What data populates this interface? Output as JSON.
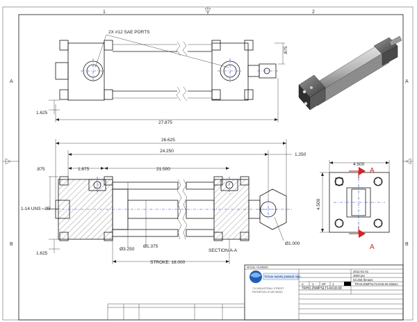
{
  "zones": {
    "col1": "1",
    "col2": "2",
    "rowA": "A",
    "rowB": "B"
  },
  "top_view": {
    "callout": "2X #12 SAE PORTS",
    "dim_875": ".875",
    "dim_1625": "1.625",
    "dim_27875": "27.875"
  },
  "section_view": {
    "dim_26625": "26.625",
    "dim_24250": "24.250",
    "dim_1250": "1.250",
    "dim_875": ".875",
    "dim_1875": "1.875",
    "dim_21500": "21.500",
    "thread": "1-14 UNS - 2B",
    "dim_1625": "1.625",
    "dia_3250": "Ø3.250",
    "dia_1375": "Ø1.375",
    "section_label": "SECTION A-A",
    "dia_1000": "Ø1.000",
    "stroke": "STROKE: 18.000"
  },
  "end_view": {
    "dim_4500_h": "4.500",
    "dim_4500_v": "4.500",
    "sec_top": "A",
    "sec_bottom": "A"
  },
  "title_block": {
    "model_number_label": "MODEL NUMBER",
    "company": "TITAN WORLDWIDE INC.",
    "address_1": "711 INDUSTRIAL STREET",
    "address_2": "PAYNESVILLE MN 56362",
    "pressure": "3000 psi",
    "weight": "63.266 lbmass",
    "date": "2011-01-01",
    "size": "A",
    "sheet": "1",
    "of": "OF",
    "sheets_total": "1",
    "part_number": "TRH3.25MPSLT14X18.00",
    "file_name": "TRH3.25MPSLT14X18.00.sldasm"
  },
  "colors": {
    "centerline": "#1a3cc9",
    "section_arrow": "#d32424",
    "logo_blue": "#1f5fb3"
  }
}
